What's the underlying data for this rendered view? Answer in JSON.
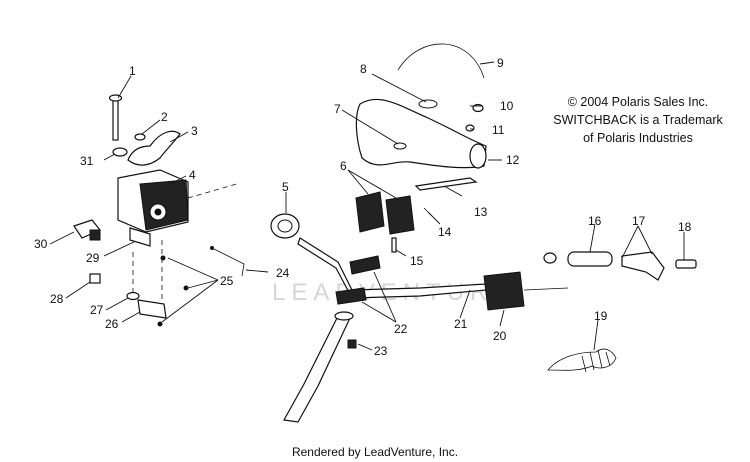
{
  "copyright": {
    "line1": "© 2004 Polaris Sales Inc.",
    "line2": "SWITCHBACK is a Trademark",
    "line3": "of Polaris Industries"
  },
  "footer": "Rendered by LeadVenture, Inc.",
  "watermark": "LEADVENTURE",
  "callouts": {
    "c1": "1",
    "c2": "2",
    "c3": "3",
    "c4": "4",
    "c5": "5",
    "c6": "6",
    "c7": "7",
    "c8": "8",
    "c9": "9",
    "c10": "10",
    "c11": "11",
    "c12": "12",
    "c13": "13",
    "c14": "14",
    "c15": "15",
    "c16": "16",
    "c17": "17",
    "c18": "18",
    "c19": "19",
    "c20": "20",
    "c21": "21",
    "c22": "22",
    "c23": "23",
    "c24": "24",
    "c25": "25",
    "c26": "26",
    "c27": "27",
    "c28": "28",
    "c29": "29",
    "c30": "30",
    "c31": "31"
  }
}
